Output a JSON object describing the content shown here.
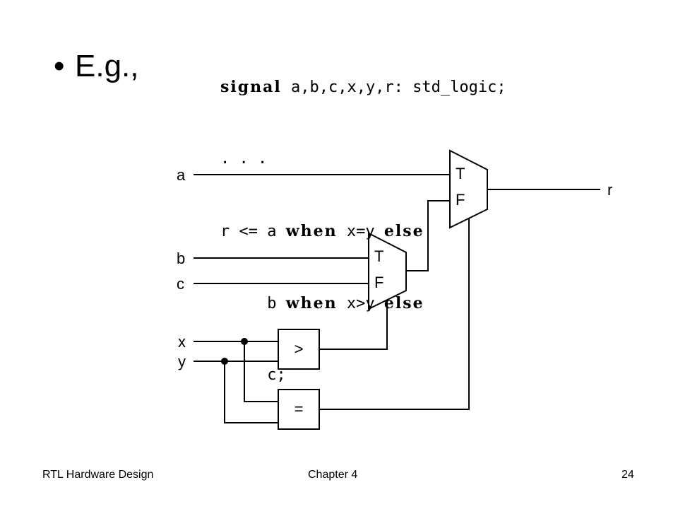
{
  "bullet": {
    "marker": "•",
    "text": "E.g.,"
  },
  "code": {
    "lines": [
      {
        "indent": "",
        "kw": "signal",
        "rest": " a,b,c,x,y,r: std_logic;"
      },
      {
        "text": ". . ."
      },
      {
        "indent": "r <= ",
        "val": "a",
        "kw1": "when",
        "cond": "x=y",
        "kw2": "else"
      },
      {
        "indent": "     ",
        "val": "b",
        "kw1": "when",
        "cond": "x>y",
        "kw2": "else"
      },
      {
        "text": "     c;"
      }
    ]
  },
  "diagram": {
    "inputs": {
      "a": "a",
      "b": "b",
      "c": "c",
      "x": "x",
      "y": "y"
    },
    "output": "r",
    "mux1": {
      "true_label": "T",
      "false_label": "F"
    },
    "mux2": {
      "true_label": "T",
      "false_label": "F"
    },
    "comparator_gt": ">",
    "comparator_eq": "="
  },
  "footer": {
    "left": "RTL Hardware Design",
    "center": "Chapter 4",
    "right": "24"
  }
}
